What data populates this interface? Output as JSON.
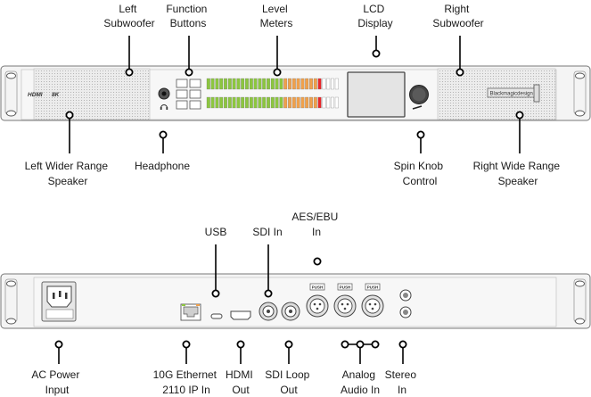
{
  "front": {
    "labels": {
      "left_subwoofer": [
        "Left",
        "Subwoofer"
      ],
      "function_buttons": [
        "Function",
        "Buttons"
      ],
      "level_meters": [
        "Level",
        "Meters"
      ],
      "lcd_display": [
        "LCD",
        "Display"
      ],
      "right_subwoofer": [
        "Right",
        "Subwoofer"
      ],
      "left_wider_range_speaker": [
        "Left Wider Range",
        "Speaker"
      ],
      "headphone": [
        "Headphone"
      ],
      "spin_knob_control": [
        "Spin Knob",
        "Control"
      ],
      "right_wide_range_speaker": [
        "Right Wide Range",
        "Speaker"
      ]
    },
    "brand": "Blackmagicdesign",
    "model_mark": "HDMI"
  },
  "rear": {
    "labels": {
      "usb": [
        "USB"
      ],
      "sdi_in": [
        "SDI In"
      ],
      "aes_ebu_in": [
        "AES/EBU",
        "In"
      ],
      "ac_power_input": [
        "AC Power",
        "Input"
      ],
      "ethernet": [
        "10G Ethernet",
        "2110 IP In"
      ],
      "hdmi_out": [
        "HDMI",
        "Out"
      ],
      "sdi_loop_out": [
        "SDI Loop",
        "Out"
      ],
      "analog_audio_in": [
        "Analog",
        "Audio In"
      ],
      "stereo_in": [
        "Stereo",
        "In"
      ]
    },
    "xlr_push": "PUSH"
  },
  "colors": {
    "meter_green": "#8cc63f",
    "meter_orange": "#f0a04b",
    "meter_red": "#e8262a",
    "panel": "#f4f4f4"
  }
}
